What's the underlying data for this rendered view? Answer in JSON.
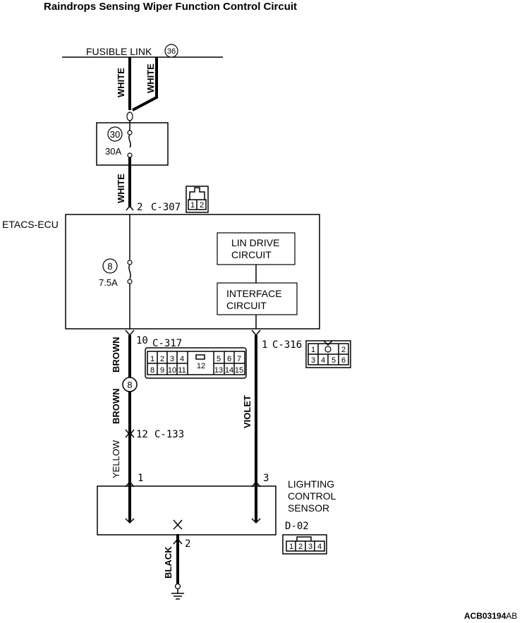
{
  "title": "Raindrops Sensing Wiper Function Control Circuit",
  "fusible_link": {
    "label": "FUSIBLE LINK",
    "number": "36"
  },
  "fuse_30": {
    "number": "30",
    "rating": "30A"
  },
  "fuse_8": {
    "number": "8",
    "rating": "7.5A"
  },
  "ecu": {
    "label": "ETACS-ECU",
    "lin_drive": [
      "LIN DRIVE",
      "CIRCUIT"
    ],
    "interface": [
      "INTERFACE",
      "CIRCUIT"
    ]
  },
  "wires": {
    "white_left": "WHITE",
    "white_right": "WHITE",
    "white_lower": "WHITE",
    "brown_upper": "BROWN",
    "brown_lower": "BROWN",
    "yellow": "YELLOW",
    "violet": "VIOLET",
    "black": "BLACK"
  },
  "connectors": {
    "c307": {
      "pin": "2",
      "name": "C-307",
      "pins": [
        "1",
        "2"
      ]
    },
    "c317": {
      "pin": "10",
      "name": "C-317",
      "top_row": [
        "1",
        "2",
        "3",
        "4",
        "5",
        "6",
        "7"
      ],
      "bottom_row": [
        "8",
        "9",
        "10",
        "11",
        "13",
        "14",
        "15"
      ],
      "center": "12"
    },
    "c316": {
      "pin": "1",
      "name": "C-316",
      "top_row": [
        "1",
        "2"
      ],
      "bottom_row": [
        "3",
        "4",
        "5",
        "6"
      ]
    },
    "c133": {
      "pin": "12",
      "name": "C-133"
    },
    "d02": {
      "name": "D-02",
      "pins": [
        "1",
        "2",
        "3",
        "4"
      ]
    }
  },
  "splice": "8",
  "sensor": {
    "label": [
      "LIGHTING",
      "CONTROL",
      "SENSOR"
    ],
    "pin_left": "1",
    "pin_right": "3",
    "pin_ground": "2"
  },
  "code": {
    "main": "ACB03194",
    "suffix": "AB"
  }
}
